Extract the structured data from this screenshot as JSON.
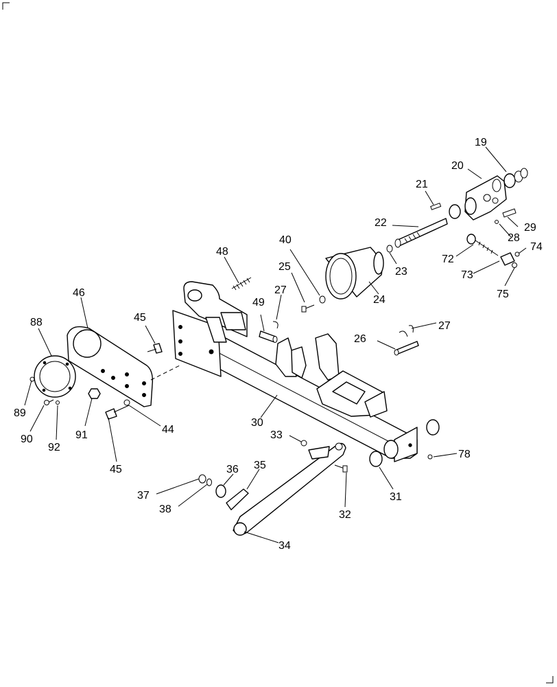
{
  "diagram": {
    "callouts": {
      "c19": "19",
      "c20": "20",
      "c21": "21",
      "c22": "22",
      "c23": "23",
      "c24": "24",
      "c25": "25",
      "c26": "26",
      "c27a": "27",
      "c27b": "27",
      "c28": "28",
      "c29": "29",
      "c30": "30",
      "c31": "31",
      "c32": "32",
      "c33": "33",
      "c34": "34",
      "c35": "35",
      "c36": "36",
      "c37": "37",
      "c38": "38",
      "c40": "40",
      "c44": "44",
      "c45a": "45",
      "c45b": "45",
      "c46": "46",
      "c48": "48",
      "c49": "49",
      "c72": "72",
      "c73": "73",
      "c74": "74",
      "c75": "75",
      "c78": "78",
      "c88": "88",
      "c89": "89",
      "c90": "90",
      "c91": "91",
      "c92": "92"
    }
  }
}
